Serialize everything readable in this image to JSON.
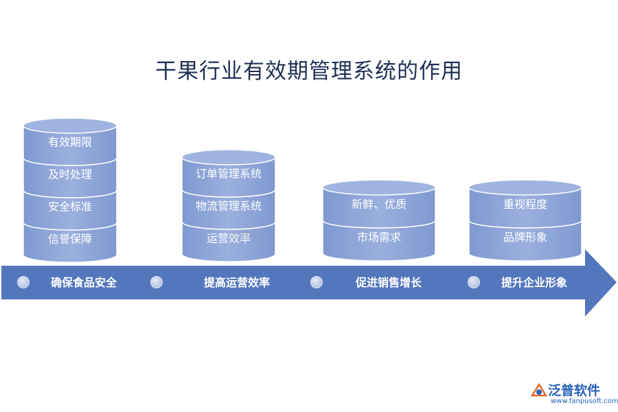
{
  "title": "干果行业有效期管理系统的作用",
  "colors": {
    "title": "#1f2f55",
    "arrow": "#5277bd",
    "cylinder": "#8ea6d8",
    "cylinder_top": "#9fb4e0",
    "cylinder_edge": "#ffffff",
    "dot": "#c9d2ea"
  },
  "stacks": [
    {
      "layers": [
        "有效期限",
        "及时处理",
        "安全标准",
        "信誉保障"
      ],
      "arrow_label": "确保食品安全"
    },
    {
      "layers": [
        "订单管理系统",
        "物流管理系统",
        "运营效率"
      ],
      "arrow_label": "提高运营效率"
    },
    {
      "layers": [
        "新鲜、优质",
        "市场需求"
      ],
      "arrow_label": "促进销售增长"
    },
    {
      "layers": [
        "重视程度",
        "品牌形象"
      ],
      "arrow_label": "提升企业形象"
    }
  ],
  "watermark": "泛普软件",
  "logo": {
    "name": "泛普软件",
    "url": "www.fanpusoft.com"
  }
}
